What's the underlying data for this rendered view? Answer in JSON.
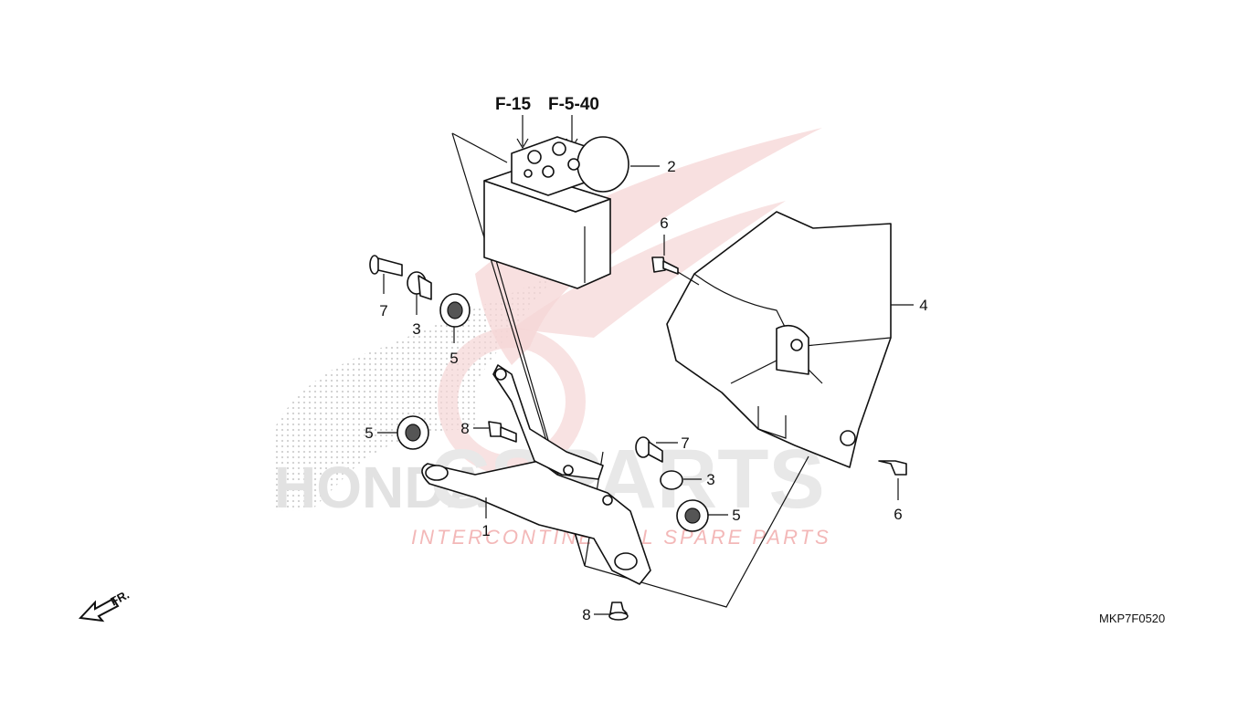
{
  "diagram": {
    "references": [
      "F-15",
      "F-5-40"
    ],
    "drawing_code": "MKP7F0520",
    "front_marker": "FR.",
    "watermark": {
      "brand": "CSPARTS",
      "tagline": "INTERCONTINENTAL SPARE PARTS",
      "honda": "HONDA"
    },
    "callouts": [
      {
        "id": "c2",
        "label": "2"
      },
      {
        "id": "c6a",
        "label": "6"
      },
      {
        "id": "c4",
        "label": "4"
      },
      {
        "id": "c7a",
        "label": "7"
      },
      {
        "id": "c3a",
        "label": "3"
      },
      {
        "id": "c5a",
        "label": "5"
      },
      {
        "id": "c5b",
        "label": "5"
      },
      {
        "id": "c8a",
        "label": "8"
      },
      {
        "id": "c1",
        "label": "1"
      },
      {
        "id": "c7b",
        "label": "7"
      },
      {
        "id": "c3b",
        "label": "3"
      },
      {
        "id": "c5c",
        "label": "5"
      },
      {
        "id": "c6b",
        "label": "6"
      },
      {
        "id": "c8b",
        "label": "8"
      }
    ]
  }
}
